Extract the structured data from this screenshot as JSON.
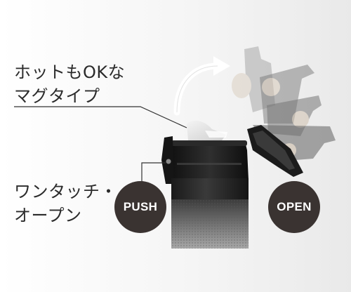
{
  "captions": {
    "hot_ok": [
      "ホットもOKな",
      "マグタイプ"
    ],
    "one_touch": [
      "ワンタッチ・",
      "オープン"
    ]
  },
  "badges": {
    "push": "PUSH",
    "open": "OPEN"
  },
  "colors": {
    "badge_fill": "#3a3331",
    "text": "#2b2b2b",
    "bottle_body": "#2a2a2a",
    "leader_line": "#333333"
  },
  "icons": {
    "arrow": "curved-arrow-icon"
  }
}
